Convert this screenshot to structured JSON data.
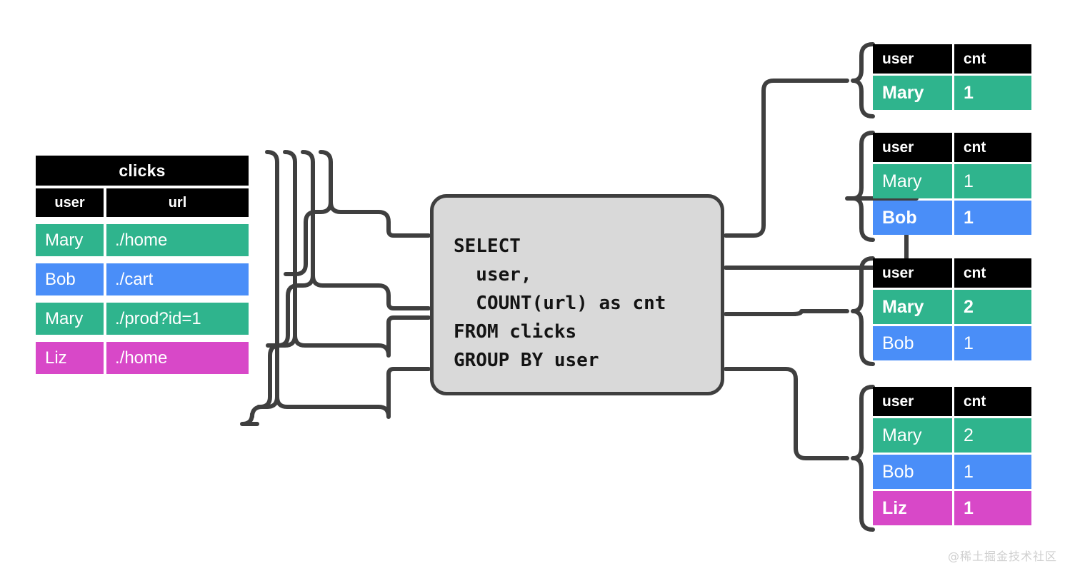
{
  "palette": {
    "green": "#2fb48d",
    "blue": "#4a8ef8",
    "magenta": "#d848c8",
    "black": "#000000",
    "line": "#3f3f3f",
    "box_fill": "#d9d9d9",
    "white": "#ffffff",
    "watermark": "#cfcfcf"
  },
  "source_table": {
    "title": "clicks",
    "columns": [
      "user",
      "url"
    ],
    "rows": [
      {
        "user": "Mary",
        "url": "./home",
        "color": "green",
        "highlight": false
      },
      {
        "user": "Bob",
        "url": "./cart",
        "color": "blue",
        "highlight": false
      },
      {
        "user": "Mary",
        "url": "./prod?id=1",
        "color": "green",
        "highlight": false
      },
      {
        "user": "Liz",
        "url": "./home",
        "color": "magenta",
        "highlight": false
      }
    ]
  },
  "query": {
    "sql": "SELECT\n  user,\n  COUNT(url) as cnt\nFROM clicks\nGROUP BY user"
  },
  "results": [
    {
      "columns": [
        "user",
        "cnt"
      ],
      "rows": [
        {
          "user": "Mary",
          "cnt": "1",
          "color": "green",
          "highlight": true
        }
      ]
    },
    {
      "columns": [
        "user",
        "cnt"
      ],
      "rows": [
        {
          "user": "Mary",
          "cnt": "1",
          "color": "green",
          "highlight": false
        },
        {
          "user": "Bob",
          "cnt": "1",
          "color": "blue",
          "highlight": true
        }
      ]
    },
    {
      "columns": [
        "user",
        "cnt"
      ],
      "rows": [
        {
          "user": "Mary",
          "cnt": "2",
          "color": "green",
          "highlight": true
        },
        {
          "user": "Bob",
          "cnt": "1",
          "color": "blue",
          "highlight": false
        }
      ]
    },
    {
      "columns": [
        "user",
        "cnt"
      ],
      "rows": [
        {
          "user": "Mary",
          "cnt": "2",
          "color": "green",
          "highlight": false
        },
        {
          "user": "Bob",
          "cnt": "1",
          "color": "blue",
          "highlight": false
        },
        {
          "user": "Liz",
          "cnt": "1",
          "color": "magenta",
          "highlight": true
        }
      ]
    }
  ],
  "watermark": "@稀土掘金技术社区"
}
